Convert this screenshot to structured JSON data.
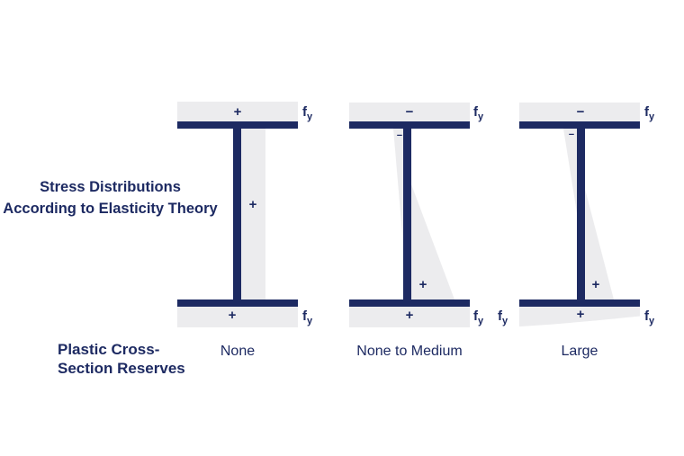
{
  "colors": {
    "navy": "#1d2a62",
    "gray": "#ececee",
    "background": "#ffffff"
  },
  "left_label": {
    "line1": "Stress Distributions",
    "line2": "According to Elasticity Theory"
  },
  "bottom_label": {
    "line1": "Plastic Cross-",
    "line2": "Section Reserves"
  },
  "fy_label": {
    "base": "f",
    "sub": "y"
  },
  "beams": [
    {
      "name": "beam-1",
      "reserve": "None",
      "top_flange_sign": "+",
      "web_sign": "+",
      "bottom_flange_sign": "+"
    },
    {
      "name": "beam-2",
      "reserve": "None to Medium",
      "top_flange_sign": "−",
      "web_top_sign": "−",
      "web_bottom_sign": "+",
      "bottom_flange_sign": "+"
    },
    {
      "name": "beam-3",
      "reserve": "Large",
      "top_flange_sign": "−",
      "web_top_sign": "−",
      "web_bottom_sign": "+",
      "bottom_flange_sign": "+"
    }
  ]
}
